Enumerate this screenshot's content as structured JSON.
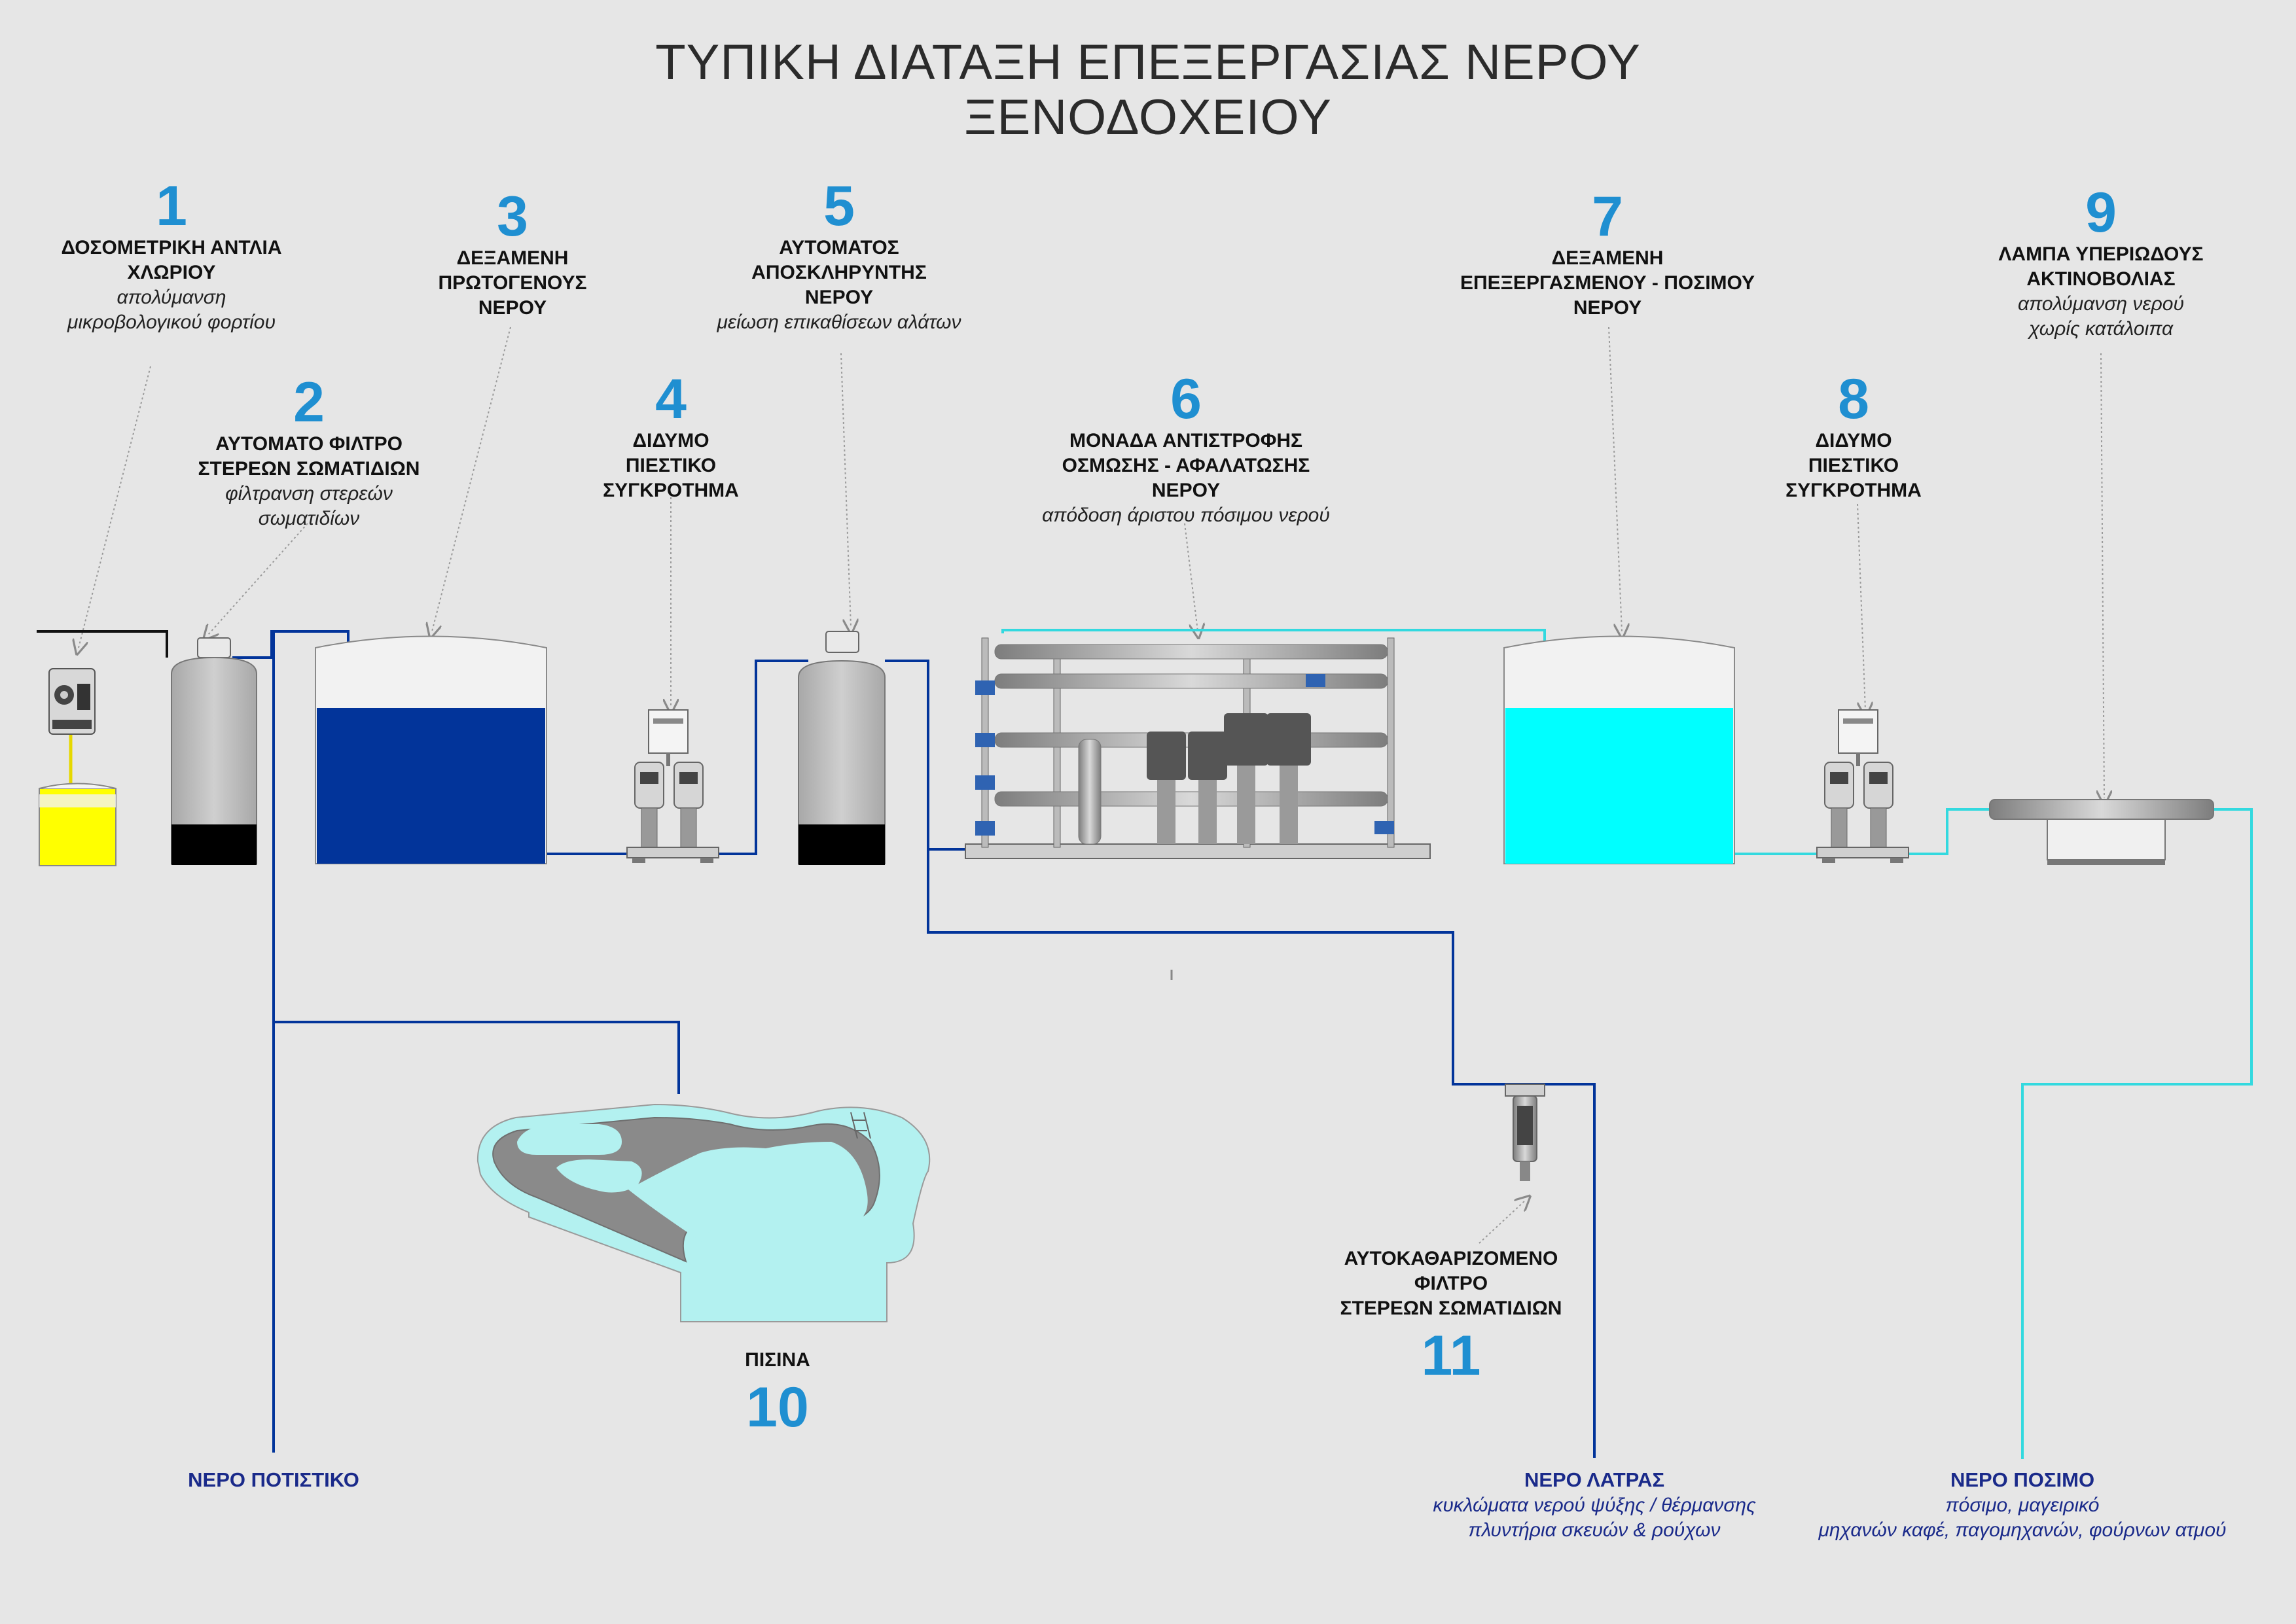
{
  "title": {
    "line1": "ΤΥΠΙΚΗ ΔΙΑΤΑΞΗ ΕΠΕΞΕΡΓΑΣΙΑΣ ΝΕΡΟΥ",
    "line2": "ΞΕΝΟΔΟΧΕΙΟΥ"
  },
  "components": [
    {
      "num": "1",
      "name": [
        "ΔΟΣΟΜΕΤΡΙΚΗ ΑΝΤΛΙΑ",
        "ΧΛΩΡΙΟΥ"
      ],
      "desc": [
        "απολύμανση",
        "μικροβολογικού φορτίου"
      ]
    },
    {
      "num": "2",
      "name": [
        "ΑΥΤΟΜΑΤΟ ΦΙΛΤΡΟ",
        "ΣΤΕΡΕΩΝ ΣΩΜΑΤΙΔΙΩΝ"
      ],
      "desc": [
        "φίλτρανση στερεών",
        "σωματιδίων"
      ]
    },
    {
      "num": "3",
      "name": [
        "ΔΕΞΑΜΕΝΗ",
        "ΠΡΩΤΟΓΕΝΟΥΣ",
        "ΝΕΡΟΥ"
      ],
      "desc": []
    },
    {
      "num": "4",
      "name": [
        "ΔΙΔΥΜΟ",
        "ΠΙΕΣΤΙΚΟ",
        "ΣΥΓΚΡΟΤΗΜΑ"
      ],
      "desc": []
    },
    {
      "num": "5",
      "name": [
        "ΑΥΤΟΜΑΤΟΣ",
        "ΑΠΟΣΚΛΗΡΥΝΤΗΣ",
        "ΝΕΡΟΥ"
      ],
      "desc": [
        "μείωση επικαθίσεων αλάτων"
      ]
    },
    {
      "num": "6",
      "name": [
        "ΜΟΝΑΔΑ ΑΝΤΙΣΤΡΟΦΗΣ",
        "ΟΣΜΩΣΗΣ - ΑΦΑΛΑΤΩΣΗΣ",
        "ΝΕΡΟΥ"
      ],
      "desc": [
        "απόδοση άριστου πόσιμου νερού"
      ]
    },
    {
      "num": "7",
      "name": [
        "ΔΕΞΑΜΕΝΗ",
        "ΕΠΕΞΕΡΓΑΣΜΕΝΟΥ - ΠΟΣΙΜΟΥ",
        "ΝΕΡΟΥ"
      ],
      "desc": []
    },
    {
      "num": "8",
      "name": [
        "ΔΙΔΥΜΟ",
        "ΠΙΕΣΤΙΚΟ",
        "ΣΥΓΚΡΟΤΗΜΑ"
      ],
      "desc": []
    },
    {
      "num": "9",
      "name": [
        "ΛΑΜΠΑ ΥΠΕΡΙΩΔΟΥΣ",
        "ΑΚΤΙΝΟΒΟΛΙΑΣ"
      ],
      "desc": [
        "απολύμανση νερού",
        "χωρίς κατάλοιπα"
      ]
    },
    {
      "num": "10",
      "name": [
        "ΠΙΣΙΝΑ"
      ],
      "desc": []
    },
    {
      "num": "11",
      "name": [
        "ΑΥΤΟΚΑΘΑΡΙΖΟΜΕΝΟ",
        "ΦΙΛΤΡΟ",
        "ΣΤΕΡΕΩΝ ΣΩΜΑΤΙΔΙΩΝ"
      ],
      "desc": []
    }
  ],
  "outputs": [
    {
      "name": "ΝΕΡΟ ΠΟΤΙΣΤΙΚΟ",
      "desc": []
    },
    {
      "name": "ΝΕΡΟ ΛΑΤΡΑΣ",
      "desc": [
        "κυκλώματα νερού ψύξης / θέρμανσης",
        "πλυντήρια σκευών & ρούχων"
      ]
    },
    {
      "name": "ΝΕΡΟ ΠΟΣΙΜΟ",
      "desc": [
        "πόσιμο, μαγειρικό",
        "μηχανών καφέ, παγομηχανών, φούρνων ατμού"
      ]
    }
  ],
  "colors": {
    "background": "#e6e6e6",
    "raw_water": "#02349a",
    "treated_water": "#00ffff",
    "chlorine": "#ffff00",
    "number": "#1f8fd1",
    "output_text": "#1a2a8a",
    "pool_water": "#b3f1f0"
  }
}
